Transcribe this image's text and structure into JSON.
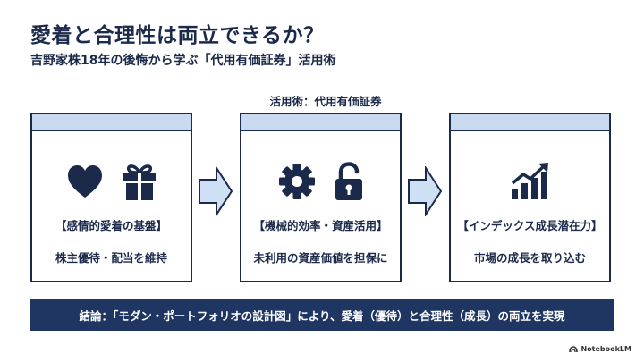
{
  "title": "愛着と合理性は両立できるか？",
  "subtitle": "吉野家株18年の後悔から学ぶ「代用有価証券」活用術",
  "middle_label": "活用術：代用有価証券",
  "cards": [
    {
      "icons": [
        "heart-icon",
        "gift-icon"
      ],
      "title": "【感情的愛着の基盤】",
      "text": "株主優待・配当を維持"
    },
    {
      "icons": [
        "gear-icon",
        "unlock-icon"
      ],
      "title": "【機械的効率・資産活用】",
      "text": "未利用の資産価値を担保に"
    },
    {
      "icons": [
        "growth-chart-icon"
      ],
      "title": "【インデックス成長潜在力】",
      "text": "市場の成長を取り込む"
    }
  ],
  "conclusion": "結論：「モダン・ポートフォリオの設計図」により、愛着（優待）と合理性（成長）の両立を実現",
  "logo_text": "NotebookLM",
  "colors": {
    "navy": "#1b2a4a",
    "band": "#1f3562",
    "card_header": "#c9d9ef",
    "arrow_fill": "#cfe0f4"
  }
}
